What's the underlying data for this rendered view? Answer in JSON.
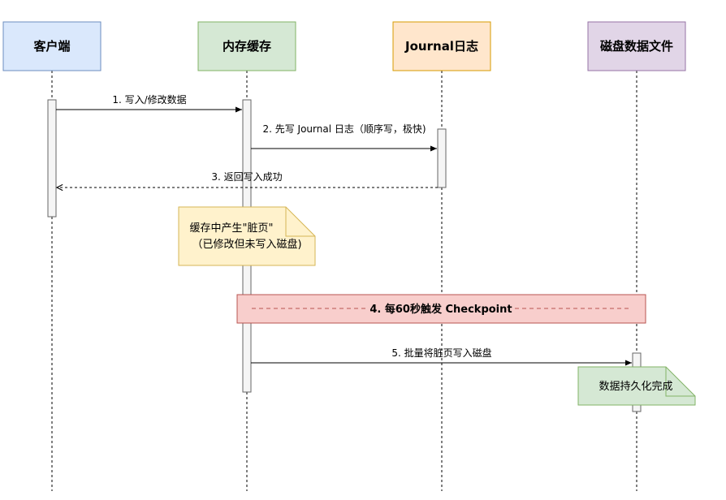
{
  "participants": [
    {
      "key": "client",
      "label": "客户端",
      "fill": "#dae8fc",
      "stroke": "#6c8ebf"
    },
    {
      "key": "cache",
      "label": "内存缓存",
      "fill": "#d5e8d4",
      "stroke": "#82b366"
    },
    {
      "key": "journal",
      "label": "Journal日志",
      "fill": "#ffe6cc",
      "stroke": "#d79b00"
    },
    {
      "key": "disk",
      "label": "磁盘数据文件",
      "fill": "#e1d5e7",
      "stroke": "#9673a6"
    }
  ],
  "messages": [
    {
      "key": "m1",
      "label": "1. 写入/修改数据",
      "style": "solid"
    },
    {
      "key": "m2",
      "label": "2. 先写 Journal 日志（顺序写，极快)",
      "style": "solid"
    },
    {
      "key": "m3",
      "label": "3. 返回写入成功",
      "style": "dashed"
    },
    {
      "key": "m5",
      "label": "5. 批量将脏页写入磁盘",
      "style": "solid"
    }
  ],
  "notes": {
    "dirty": {
      "line1": "缓存中产生\"脏页\"",
      "line2": "（已修改但未写入磁盘)",
      "fill": "#fff2cc",
      "stroke": "#d6b656"
    },
    "persist": {
      "line1": "数据持久化完成",
      "fill": "#d5e8d4",
      "stroke": "#82b366"
    }
  },
  "checkpoint": {
    "label": "4. 每60秒触发 Checkpoint",
    "fill": "#f8cecc",
    "stroke": "#b85450"
  }
}
